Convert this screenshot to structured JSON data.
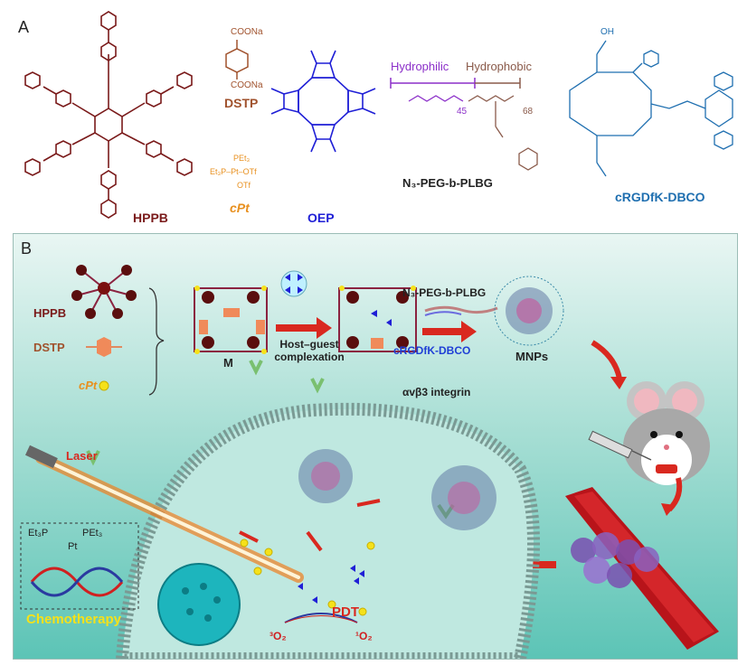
{
  "panel_a": {
    "label": "A",
    "hppb": "HPPB",
    "dstp_top": "COONa",
    "dstp_bottom": "COONa",
    "dstp": "DSTP",
    "cpt_pet3": "PEt₃",
    "cpt_left": "Et₃P–Pt–OTf",
    "cpt_otf": "OTf",
    "cpt": "cPt",
    "oep": "OEP",
    "hydrophilic": "Hydrophilic",
    "hydrophobic": "Hydrophobic",
    "peg_n": "45",
    "plbg_n": "68",
    "peg_label": "N₃-PEG-b-PLBG",
    "crgd_label": "cRGDfK-DBCO",
    "oh": "OH"
  },
  "panel_b": {
    "label": "B",
    "hppb": "HPPB",
    "dstp": "DSTP",
    "cpt": "cPt",
    "m": "M",
    "host_guest": "Host–guest complexation",
    "peg_label": "N₃-PEG-b-PLBG",
    "crgd_label": "cRGDfK-DBCO",
    "mnps": "MNPs",
    "integrin": "αvβ3 integrin",
    "laser": "Laser",
    "chemo": "Chemotherapy",
    "pdt": "PDT",
    "o2_triplet": "³O₂",
    "o2_singlet": "¹O₂",
    "chemo_struct_left": "Et₃P",
    "chemo_struct_right": "PEt₃",
    "chemo_struct_pt": "Pt"
  },
  "colors": {
    "hppb": "#7a1a1a",
    "dstp": "#a0522d",
    "cpt": "#e8901f",
    "oep": "#1f1fd6",
    "peg": "#8b2fc9",
    "crgd": "#1f6fb0",
    "arrow": "#d9281f"
  }
}
